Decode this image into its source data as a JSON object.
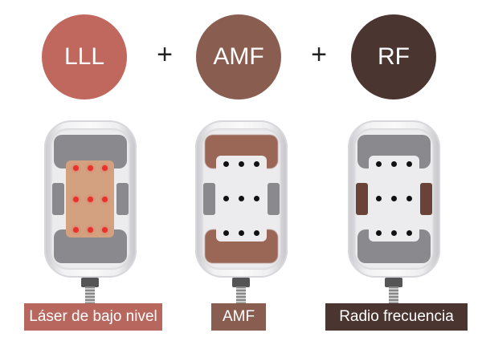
{
  "circles": [
    {
      "label": "LLL",
      "color": "#c0675e"
    },
    {
      "label": "AMF",
      "color": "#8a5d51"
    },
    {
      "label": "RF",
      "color": "#4b3530"
    }
  ],
  "plus_symbol": "+",
  "labels": [
    {
      "text": "Láser de bajo nivel",
      "color": "#b7675d"
    },
    {
      "text": "AMF",
      "color": "#8a5d51"
    },
    {
      "text": "Radio frecuencia",
      "color": "#4b3530"
    }
  ]
}
